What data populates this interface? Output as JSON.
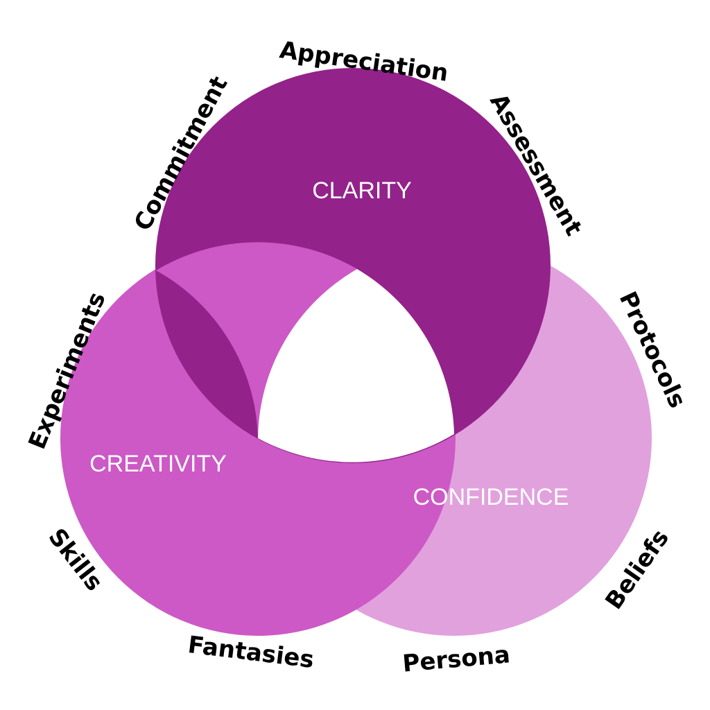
{
  "colors": {
    "clarity": "#93228a",
    "creativity": "#cc59c5",
    "confidence": "#e1a1dd",
    "center": "#ffffff",
    "outer_text": "#000000",
    "inner_text": "#ffffff"
  },
  "circles": {
    "clarity": {
      "label": "CLARITY",
      "words": [
        "Commitment",
        "Appreciation",
        "Assessment"
      ]
    },
    "creativity": {
      "label": "CREATIVITY",
      "words": [
        "Experiments",
        "Skills",
        "Fantasies"
      ]
    },
    "confidence": {
      "label": "CONFIDENCE",
      "words": [
        "Protocols",
        "Beliefs",
        "Persona"
      ]
    }
  }
}
